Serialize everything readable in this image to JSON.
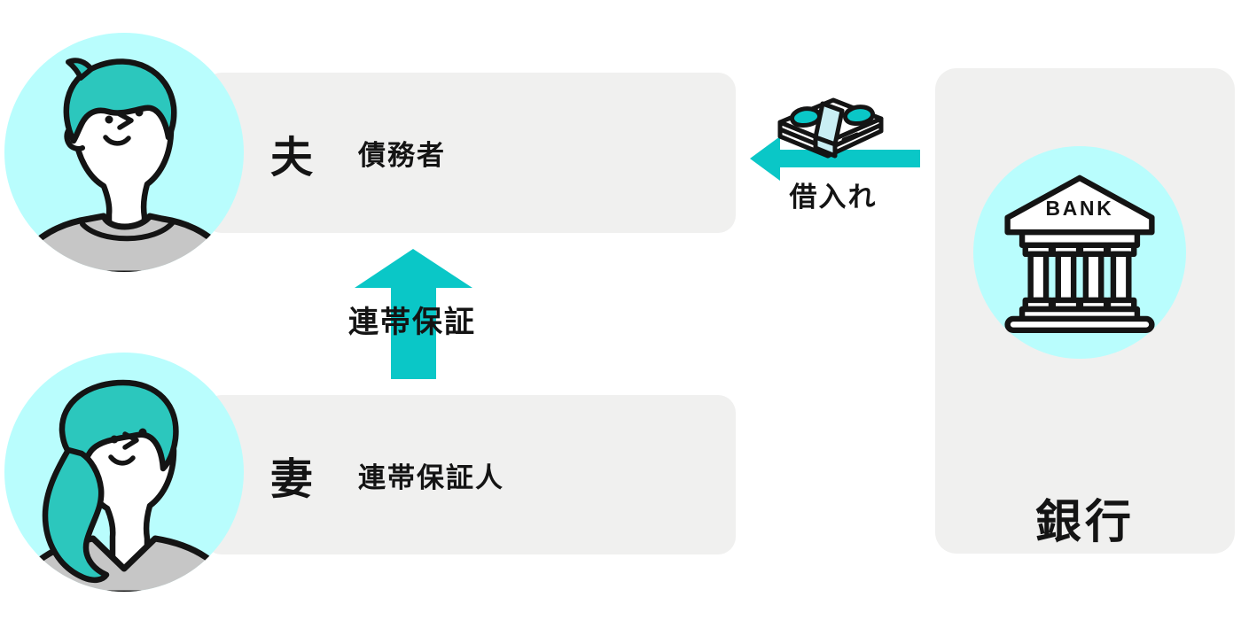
{
  "diagram": {
    "husband": {
      "name": "夫",
      "role": "債務者"
    },
    "wife": {
      "name": "妻",
      "role": "連帯保証人"
    },
    "bank": {
      "name": "銀行",
      "building_sign": "BANK"
    },
    "guarantee_arrow_label": "連帯保証",
    "borrow_arrow_label": "借入れ"
  },
  "palette": {
    "teal_arrow": "#0ac7c7",
    "teal_hair": "#2cc7bd",
    "light_cyan_circle": "#b9fdfd",
    "panel_gray": "#f0f0ef",
    "shirt_gray": "#c6c6c6",
    "ink": "#141414",
    "band_pale_cyan": "#c9eef4",
    "background": "#ffffff"
  }
}
